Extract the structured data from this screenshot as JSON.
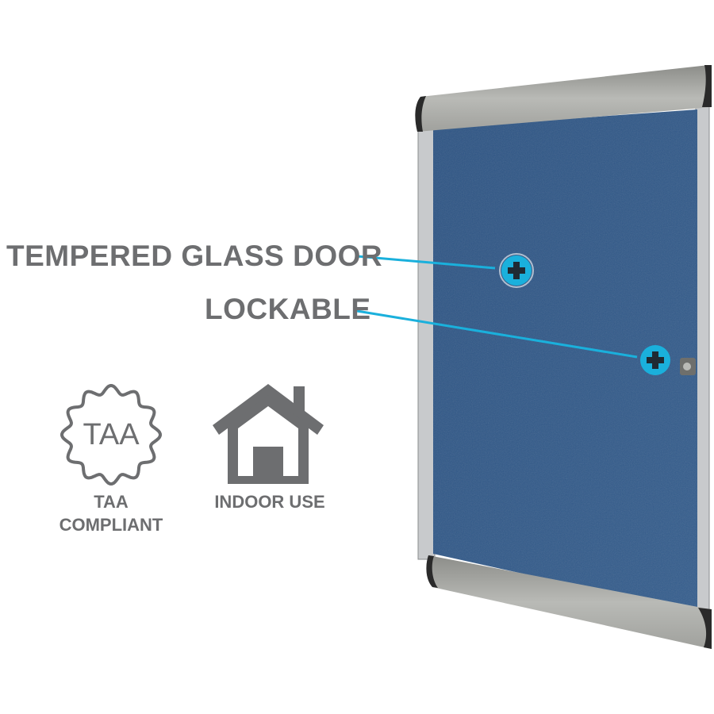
{
  "callouts": [
    {
      "label": "TEMPERED GLASS DOOR",
      "icon": "plus-icon"
    },
    {
      "label": "LOCKABLE",
      "icon": "plus-icon"
    }
  ],
  "badges": {
    "taa": {
      "seal_text": "TAA",
      "caption_line1": "TAA",
      "caption_line2": "COMPLIANT",
      "icon": "seal-icon"
    },
    "indoor": {
      "caption": "INDOOR USE",
      "icon": "house-icon"
    }
  },
  "colors": {
    "text": "#6d6e70",
    "accent": "#1ab0dc",
    "felt": "#2e5686",
    "frame": "#a9abab"
  }
}
